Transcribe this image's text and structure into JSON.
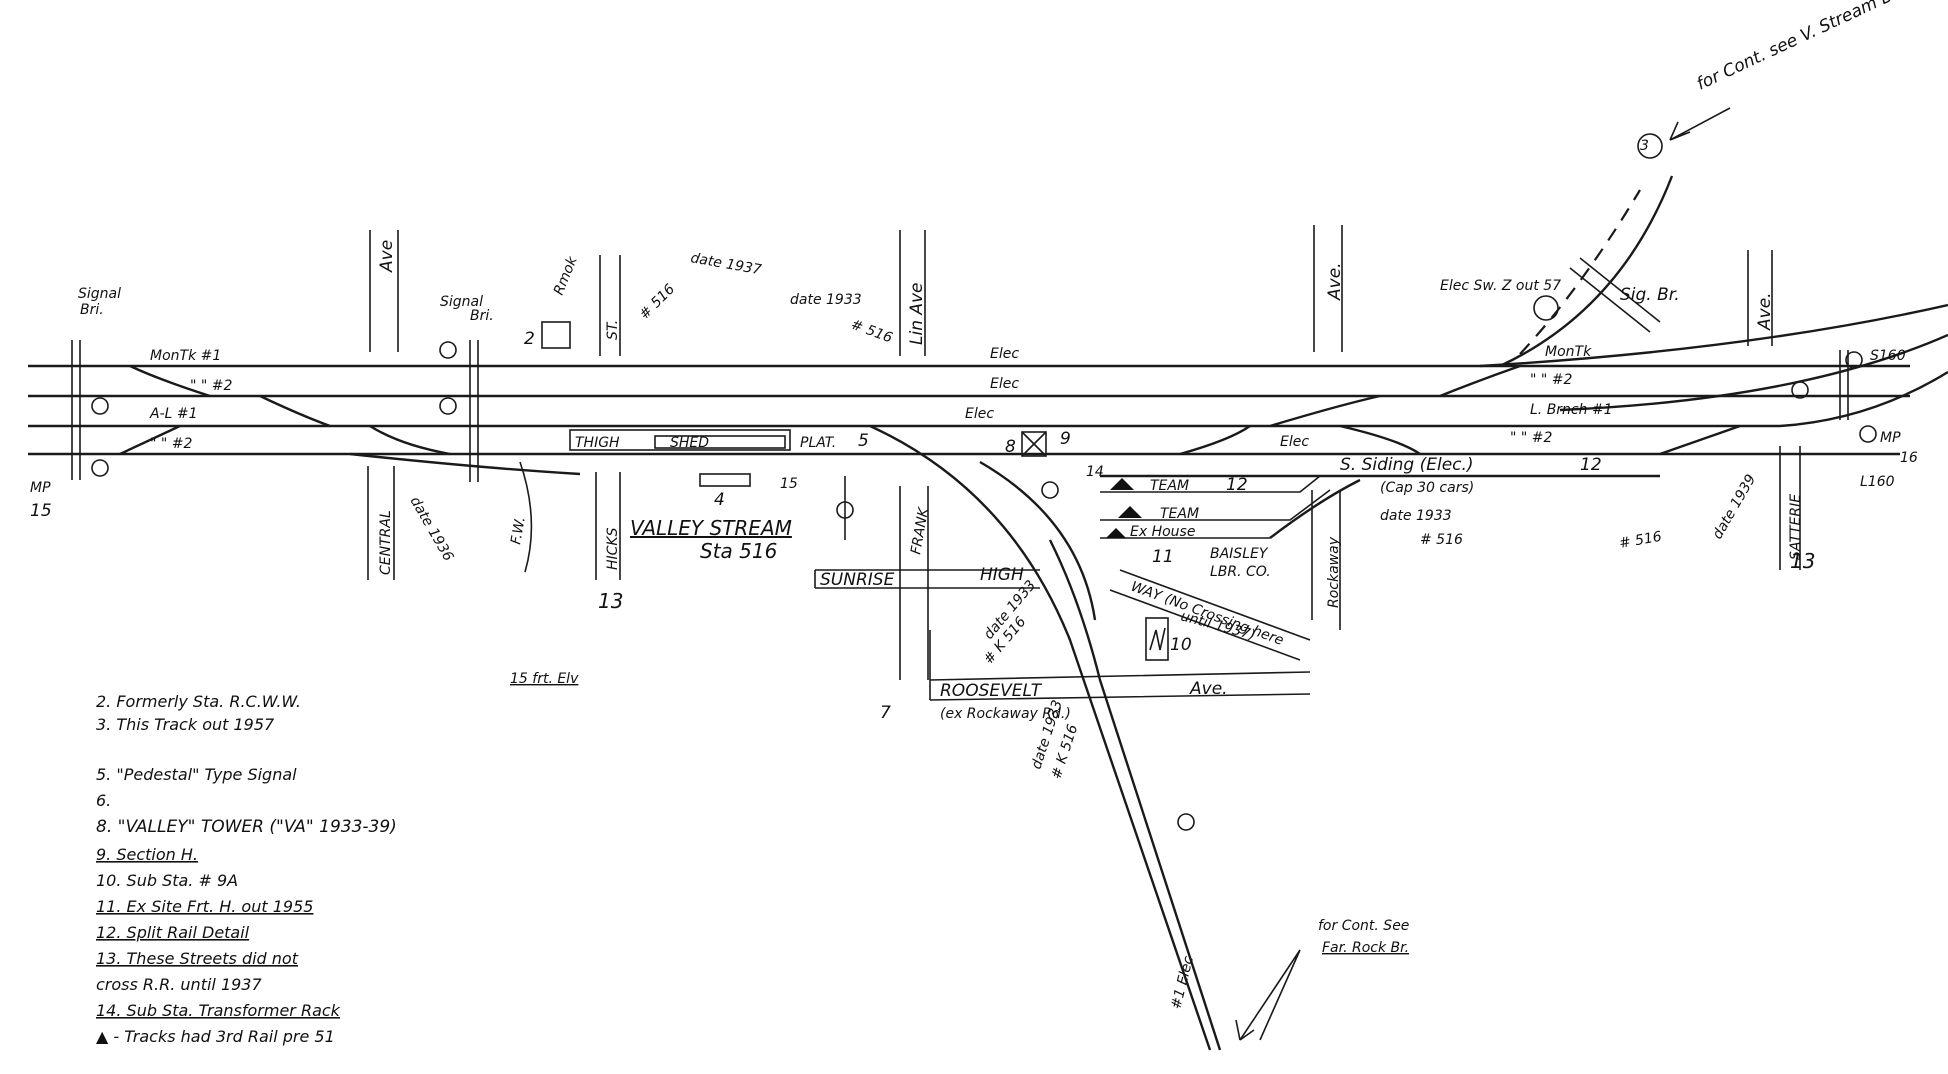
{
  "diagram": {
    "track_labels": {
      "montk1": "MonTk #1",
      "montk2": "\"  \"  #2",
      "ahl1": "A-L  #1",
      "ahl2": "\"  \"  #2",
      "elec1": "Elec",
      "elec2": "Elec",
      "elec3": "Elec",
      "elec4": "Elec",
      "montk_right": "MonTk",
      "montk_right2": "\"   \"   #2",
      "lbrnch1": "L. Brnch #1",
      "lbrnch2": "\"   \"   #2",
      "s_siding": "S. Siding  (Elec.)",
      "cap30": "(Cap 30 cars)",
      "team1": "TEAM",
      "team2": "TEAM",
      "exhouse": "Ex House",
      "s160": "S160",
      "mp16": "MP",
      "mp16num": "16",
      "l160": "L160",
      "elec_branch": "#1 Elec"
    },
    "streets": {
      "ave1": "Ave",
      "ave2": "Ave.",
      "ave3": "Ave.",
      "linave": "Lin Ave",
      "rmok": "Rmok",
      "st": "ST.",
      "central": "CENTRAL",
      "fw": "F.W.",
      "hicks": "HICKS",
      "frank": "FRANK",
      "sunrise": "SUNRISE",
      "high": "HIGH",
      "thigh": "THIGH",
      "roosevelt": "ROOSEVELT",
      "roosevelt_ave": "Ave.",
      "ex_rockaway": "(ex Rockaway Rd.)",
      "rockaway": "Rockaway",
      "satterie": "SATTERIE",
      "waynocrossing": "WAY (No Crossing here",
      "until": "until 1937)",
      "baisley": "BAISLEY",
      "lbrco": "LBR. CO."
    },
    "station": {
      "name": "VALLEY STREAM",
      "code": "Sta 516",
      "shed": "SHED",
      "plat": "PLAT.",
      "elv": "15 frt. Elv"
    },
    "annotations": {
      "signal_left": "Signal",
      "signal_left2": "Bri.",
      "signal_mid": "Signal",
      "signal_mid2": "Bri.",
      "date1937": "date 1937",
      "hash516a": "# 516",
      "date1933a": "date 1933",
      "hash516b": "# 516",
      "date1936": "date 1936",
      "date1933b": "date 1933",
      "hash516c": "# 516",
      "date1933c": "date 1933",
      "hash516d": "# K 516",
      "date1933d": "date 1933",
      "hash516e": "# K 516",
      "date1939": "date 1939",
      "hash516f": "# 516",
      "elec_sw": "Elec Sw. Z out 57",
      "sig_br": "Sig. Br.",
      "for_cont_top": "for Cont. see V. Stream Br.",
      "for_cont_bottom1": "for Cont. See",
      "for_cont_bottom2": "Far. Rock Br.",
      "mp15": "MP",
      "mp15num": "15",
      "num2": "2",
      "num4": "4",
      "num5": "5",
      "num8": "8",
      "num9": "9",
      "num10": "10",
      "num11": "11",
      "num12a": "12",
      "num12b": "12",
      "num13a": "13",
      "num13b": "13",
      "num14": "14",
      "num15": "15",
      "num3": "3",
      "num7": "7"
    },
    "notes": [
      "2. Formerly Sta. R.C.W.W.",
      "3. This Track out 1957",
      "5. \"Pedestal\" Type Signal",
      "6.",
      "8. \"VALLEY\" TOWER (\"VA\" 1933-39)",
      "9. Section H.",
      "10. Sub Sta. # 9A",
      "11. Ex Site Frt. H. out 1955",
      "12. Split Rail Detail",
      "13. These Streets did not",
      "cross R.R. until 1937",
      "14. Sub Sta. Transformer Rack",
      "▲ - Tracks had 3rd Rail pre 51"
    ]
  }
}
